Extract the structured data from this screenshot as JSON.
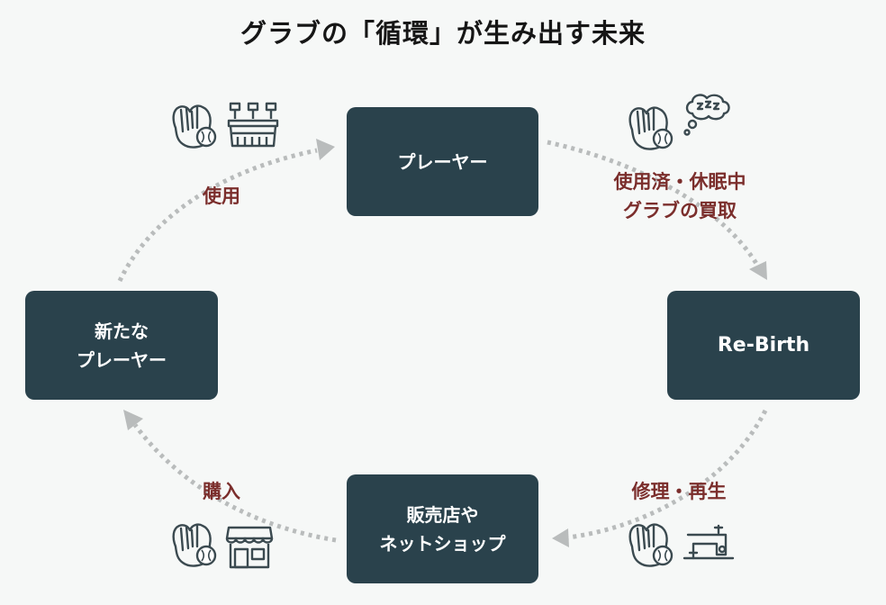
{
  "title": "グラブの「循環」が生み出す未来",
  "nodes": {
    "player": "プレーヤー",
    "rebirth": "Re-Birth",
    "shop": [
      "販売店や",
      "ネットショップ"
    ],
    "new_player": [
      "新たな",
      "プレーヤー"
    ]
  },
  "labels": {
    "use": "使用",
    "buyback": [
      "使用済・休眠中",
      "グラブの買取"
    ],
    "repair": "修理・再生",
    "purchase": "購入"
  },
  "icons": {
    "top_left": [
      "baseball-glove-icon",
      "stadium-icon"
    ],
    "top_right": [
      "baseball-glove-icon",
      "sleep-zzz-icon"
    ],
    "bottom_right": [
      "baseball-glove-icon",
      "sewing-machine-icon"
    ],
    "bottom_left": [
      "baseball-glove-icon",
      "storefront-icon"
    ]
  },
  "colors": {
    "node_bg": "#2a424c",
    "node_text": "#ffffff",
    "label_text": "#7b2e2c",
    "arrow": "#b9bcbc",
    "background": "#f6f8f7"
  }
}
